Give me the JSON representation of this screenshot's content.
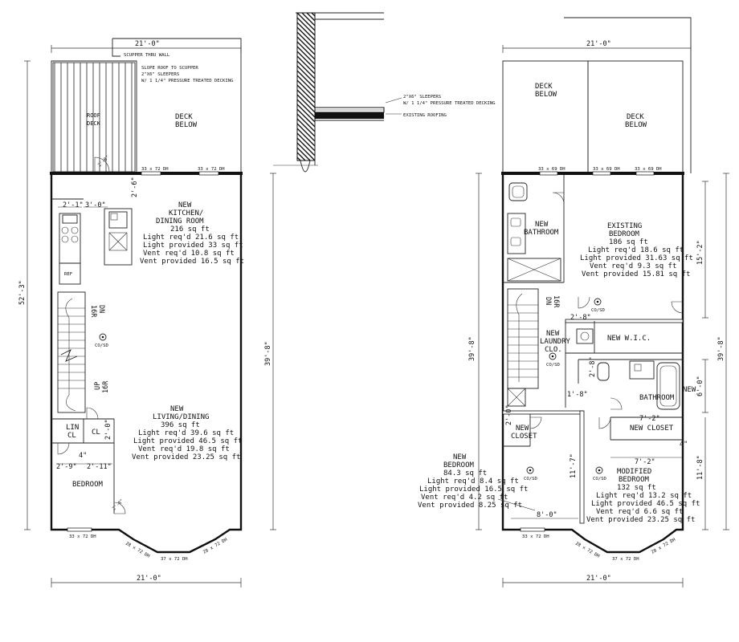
{
  "left_plan": {
    "top_width": "21'-0\"",
    "bottom_width": "21'-0\"",
    "overall_depth": "52'-3\"",
    "interior_depth": "39'-8\"",
    "scupper_note": "SCUPPER THRU WALL",
    "roof_notes": [
      "SLOPE ROOF TO SCUPPER",
      "2\"X6\" SLEEPERS",
      "W/ 1 1/4\" PRESSURE TREATED DECKING"
    ],
    "roof_deck_label": [
      "ROOF",
      "DECK"
    ],
    "deck_below": [
      "DECK",
      "BELOW"
    ],
    "window_top_1": "33 x 72 DH",
    "window_top_2": "33 x 72 DH",
    "kitchen": {
      "lines": [
        "NEW",
        "KITCHEN/",
        "DINING ROOM",
        "216 sq ft",
        "Light req'd 21.6 sq ft",
        "Light provided 33 sq ft",
        "Vent req'd 10.8 sq ft",
        "Vent provided 16.5 sq ft"
      ]
    },
    "living": {
      "lines": [
        "NEW",
        "LIVING/DINING",
        "396 sq ft",
        "Light req'd 39.6 sq ft",
        "Light provided 46.5 sq ft",
        "Vent req'd 19.8 sq ft",
        "Vent provided 23.25 sq ft"
      ]
    },
    "dim_2_1": "2'-1\"",
    "dim_3_0": "3'-0\"",
    "dim_2_6": "2'-6\"",
    "ref_label": "REF",
    "dn_label": "DN",
    "dn_count": "16R",
    "up_label": "UP",
    "up_count": "16R",
    "detector": "CO/SD",
    "lin_label": [
      "LIN",
      "CL"
    ],
    "cl_label": "CL",
    "dim_2_0": "2'-0\"",
    "dim_4": "4\"",
    "dim_2_9": "2'-9\"",
    "dim_2_11": "2'-11\"",
    "bedroom_label": "BEDROOM",
    "door_tag": "2'-8\"",
    "window_bottom_left": "33 x 72 DH",
    "bay_left": "28 x 72 DH",
    "bay_center": "37 x 72 DH",
    "bay_right": "28 x 72 DH"
  },
  "section_detail": {
    "notes": [
      "2\"X6\" SLEEPERS",
      "W/ 1 1/4\" PRESSURE TREATED DECKING"
    ],
    "existing": "EXISTING ROOFING"
  },
  "right_plan": {
    "top_width": "21'-0\"",
    "bottom_width": "21'-0\"",
    "interior_depth_left": "39'-8\"",
    "interior_depth_right": "39'-8\"",
    "dim_15_2": "15'-2\"",
    "dim_6_0": "6'-0\"",
    "dim_11_8": "11'-8\"",
    "deck_below_1": [
      "DECK",
      "BELOW"
    ],
    "deck_below_2": [
      "DECK",
      "BELOW"
    ],
    "window_top_1": "33 x 69 DH",
    "window_top_2": "33 x 69 DH",
    "window_top_3": "33 x 69 DH",
    "new_bathroom_1": [
      "NEW",
      "BATHROOM"
    ],
    "existing_bedroom": {
      "lines": [
        "EXISTING",
        "BEDROOM",
        "186 sq ft",
        "Light req'd 18.6 sq ft",
        "Light provided 31.63 sq ft",
        "Vent req'd 9.3 sq ft",
        "Vent provided 15.81 sq ft"
      ]
    },
    "dn_label": "DN",
    "dn_count": "16R",
    "detector": "CO/SD",
    "dim_2_8": "2'-8\"",
    "laundry": [
      "NEW",
      "LAUNDRY",
      "CLO."
    ],
    "wic": "NEW W.I.C.",
    "dim_2_8b": "2'-8\"",
    "new_bathroom_2": [
      "NEW",
      "BATHROOM"
    ],
    "dim_1_8": "1'-8\"",
    "dim_2_0": "2'-0\"",
    "new_closet_1": [
      "NEW",
      "CLOSET"
    ],
    "dim_7_2_top": "7'-2\"",
    "new_closet_2": "NEW CLOSET",
    "dim_4": "4\"",
    "dim_7_2": "7'-2\"",
    "dim_11_7": "11'-7\"",
    "modified_bedroom": {
      "lines": [
        "MODIFIED",
        "BEDROOM",
        "132 sq ft",
        "Light req'd 13.2 sq ft",
        "Light provided 46.5 sq ft",
        "Vent req'd 6.6 sq ft",
        "Vent provided 23.25 sq ft"
      ]
    },
    "new_bedroom": {
      "lines": [
        "NEW",
        "BEDROOM",
        "84.3 sq ft",
        "Light req'd 8.4 sq ft",
        "Light provided 16.5 sq ft",
        "Vent req'd 4.2 sq ft",
        "Vent provided 8.25 sq ft"
      ]
    },
    "dim_8_0": "8'-0\"",
    "window_bottom_left": "33 x 72 DH",
    "bay_left": "28 x 72 DH",
    "bay_center": "37 x 72 DH",
    "bay_right": "28 x 72 DH"
  }
}
